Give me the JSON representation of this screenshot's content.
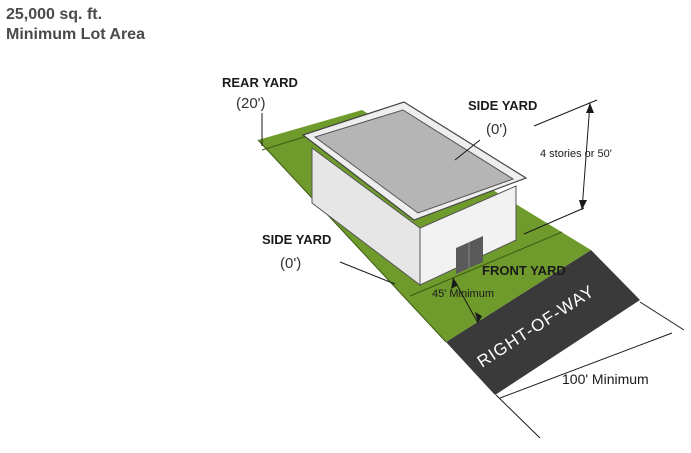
{
  "header": {
    "lot_area_value": "25,000 sq. ft.",
    "lot_area_label": "Minimum Lot Area"
  },
  "labels": {
    "rear_yard": "REAR YARD",
    "rear_yard_setback": "(20')",
    "side_yard_right": "SIDE YARD",
    "side_yard_right_setback": "(0')",
    "side_yard_left": "SIDE YARD",
    "side_yard_left_setback": "(0')",
    "front_yard": "FRONT YARD",
    "front_yard_setback": "45' Minimum",
    "height": "4 stories or 50'",
    "lot_width": "100' Minimum",
    "right_of_way": "RIGHT-OF-WAY"
  },
  "colors": {
    "lot": "#6f9a2c",
    "lot_edge": "#3e5a14",
    "road": "#3a3a3a",
    "building_wall_front": "#f2f2f2",
    "building_wall_side": "#e6e6e6",
    "roof": "#b5b5b5",
    "parapet": "#eeeeee"
  }
}
